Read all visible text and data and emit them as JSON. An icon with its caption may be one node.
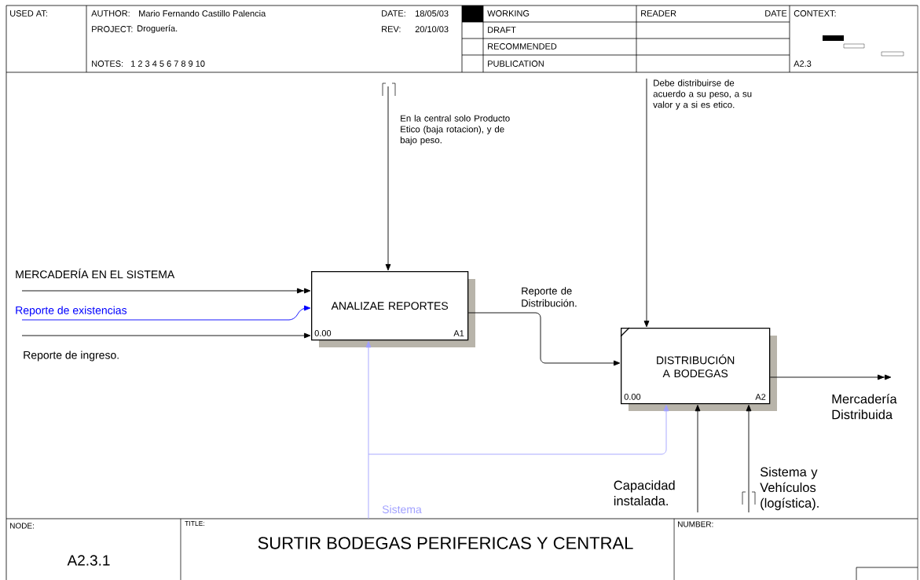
{
  "diagram": {
    "title": "SURTIR BODEGAS  PERIFERICAS Y CENTRAL",
    "nodes": [
      {
        "text": [
          "ANALIZAE REPORTES",
          "0.00",
          "A1"
        ]
      },
      {
        "text": [
          "DISTRIBUCIÓN A BODEGAS",
          "0.00",
          "A2"
        ]
      }
    ],
    "edges": [
      {
        "from": null,
        "to": 0,
        "arrow": "to",
        "label": "MERCADERÍA EN EL SISTEMA"
      },
      {
        "from": null,
        "to": 0,
        "arrow": "to",
        "label": "Reporte de existencias",
        "color": "#0000ff"
      },
      {
        "from": null,
        "to": 0,
        "arrow": "to",
        "label": "Reporte de ingreso."
      },
      {
        "from": null,
        "to": 0,
        "arrow": "to",
        "label": "En la central solo Producto Etico (baja rotacion), y de bajo peso."
      },
      {
        "from": null,
        "to": 0,
        "arrow": "to",
        "label": "Sistema",
        "color": "#a0a0ff"
      },
      {
        "from": null,
        "to": 1,
        "arrow": "to",
        "color": "#a0a0ff"
      },
      {
        "from": 0,
        "to": 1,
        "arrow": "to",
        "label": "Reporte de Distribución."
      },
      {
        "from": null,
        "to": 1,
        "arrow": "to",
        "label": "Debe distribuirse de acuerdo a su peso, a su valor y a si es etico."
      },
      {
        "from": 1,
        "to": null,
        "arrow": "to",
        "label": "Mercadería Distribuida"
      },
      {
        "from": null,
        "to": 1,
        "arrow": "to",
        "label": "Capacidad instalada."
      },
      {
        "from": null,
        "to": 1,
        "arrow": "to",
        "label": "Sistema y Vehículos (logística)."
      }
    ],
    "labels": [
      "USED AT:",
      "AUTHOR:",
      "Mario Fernando Castillo Palencia",
      "DATE:",
      "18/05/03",
      "PROJECT:",
      "Droguería.",
      "REV:",
      "20/10/03",
      "NOTES:",
      "1 2 3 4 5 6 7 8 9 10",
      "WORKING",
      "READER",
      "DATE",
      "CONTEXT:",
      "DRAFT",
      "RECOMMENDED",
      "PUBLICATION",
      "A2.3",
      "NODE:",
      "TITLE:",
      "NUMBER:",
      "A2.3.1"
    ]
  }
}
